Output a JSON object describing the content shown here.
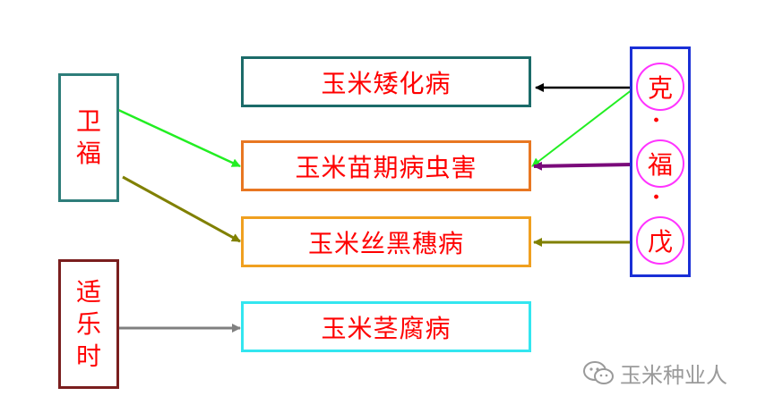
{
  "diseases": [
    {
      "label": "玉米矮化病",
      "border": "#1b6b69"
    },
    {
      "label": "玉米苗期病虫害",
      "border": "#e87722"
    },
    {
      "label": "玉米丝黑穗病",
      "border": "#f0a020"
    },
    {
      "label": "玉米茎腐病",
      "border": "#33e6f0"
    }
  ],
  "products": {
    "weifu": {
      "label": "卫\n福",
      "border": "#2e7d7a"
    },
    "shileshi": {
      "label": "适\n乐\n时",
      "border": "#7a1e1e"
    },
    "kefuwu": {
      "chars": [
        "克",
        "福",
        "戊"
      ],
      "separator": "·",
      "border": "#1a2fd6",
      "circle_border": "#ff33ff"
    }
  },
  "arrow_colors": {
    "black": "#000000",
    "green": "#22ee22",
    "purple": "#7a0a7a",
    "olive": "#808000",
    "gray": "#808080"
  },
  "watermark": {
    "text": "玉米种业人",
    "icon": "wechat-icon"
  }
}
